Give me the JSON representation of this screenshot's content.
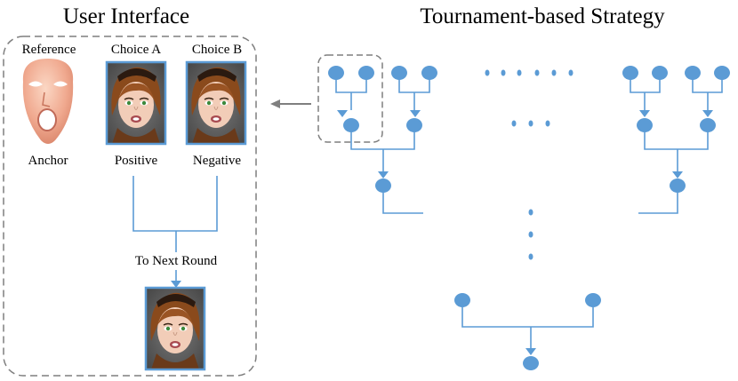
{
  "left_panel": {
    "title": "User Interface",
    "reference_label": "Reference",
    "choice_a_label": "Choice A",
    "choice_b_label": "Choice B",
    "anchor_label": "Anchor",
    "positive_label": "Positive",
    "negative_label": "Negative",
    "next_round_label": "To Next Round"
  },
  "right_panel": {
    "title": "Tournament-based Strategy"
  },
  "colors": {
    "node": "#5b9bd5",
    "edge": "#5b9bd5",
    "dashed_border": "#7f7f7f",
    "arrow": "#7f7f7f",
    "image_border": "#5b9bd5"
  },
  "icons": [
    "reference-face-icon",
    "avatar-face-icon"
  ]
}
